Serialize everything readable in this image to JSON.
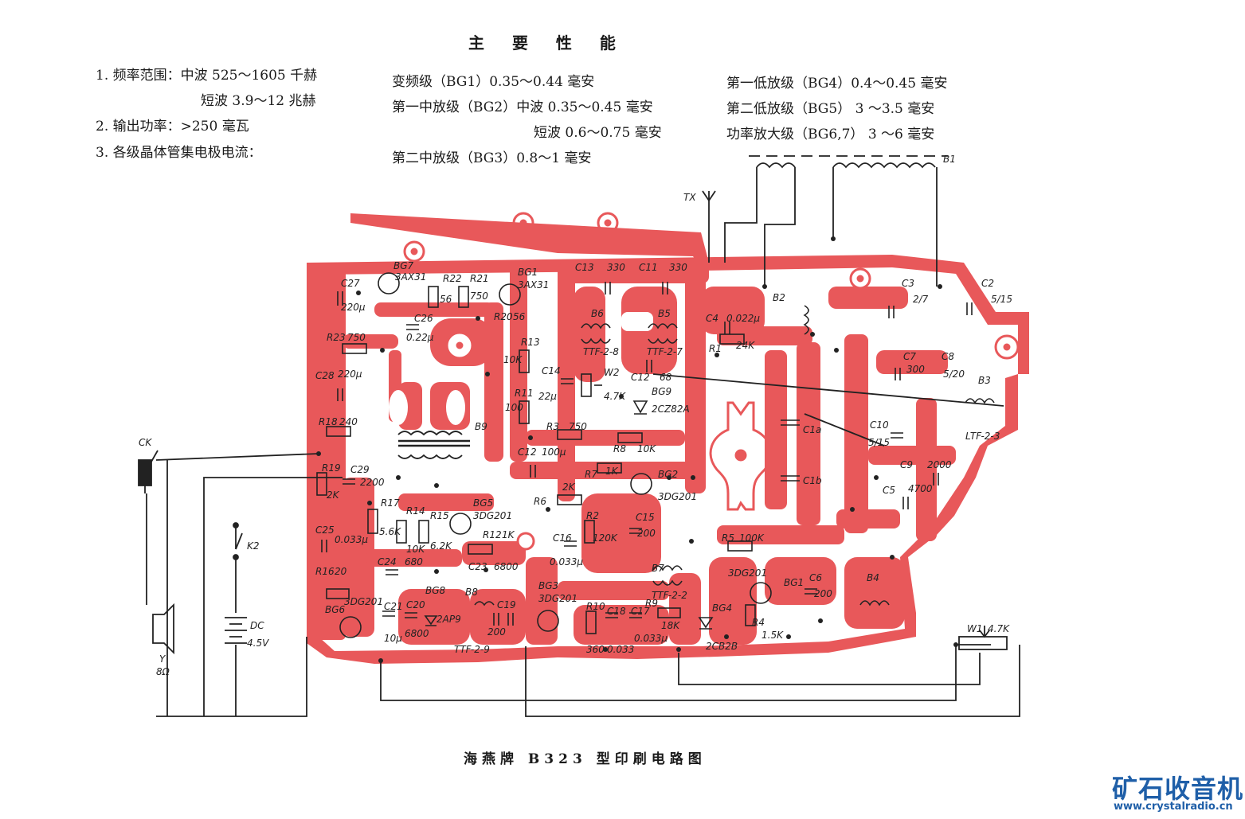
{
  "title": "主 要 性 能",
  "specs": {
    "freq_label": "1. 频率范围：中波 525～1605 千赫",
    "freq_sw": "短波 3.9～12 兆赫",
    "power": "2. 输出功率：>250 毫瓦",
    "current_label": "3. 各级晶体管集电极电流：",
    "col2": [
      "变频级（BG1）0.35～0.44 毫安",
      "第一中放级（BG2）中波 0.35～0.45 毫安",
      "短波 0.6～0.75 毫安",
      "第二中放级（BG3）0.8～1 毫安"
    ],
    "col3": [
      "第一低放级（BG4）0.4～0.45 毫安",
      "第二低放级（BG5） 3 ～3.5 毫安",
      "功率放大级（BG6,7） 3 ～6 毫安"
    ]
  },
  "components": {
    "bg7": "BG7",
    "bg7_type": "3AX31",
    "bg1_top": "BG1",
    "bg1_top_type": "3AX31",
    "c27": "C27",
    "c27_val": "220μ",
    "r22": "R22",
    "r22_val": "56",
    "r21": "R21",
    "r21_val": "750",
    "r20": "R20",
    "r20_val": "56",
    "c26": "C26",
    "c26_val": "0.22μ",
    "r23": "R23",
    "r23_val": "750",
    "c28": "C28",
    "c28_val": "220μ",
    "r18": "R18",
    "r18_val": "240",
    "r19": "R19",
    "r19_val": "2K",
    "c29": "C29",
    "c29_val": "2200",
    "b9": "B9",
    "r13": "R13",
    "r13_val": "10K",
    "r11": "R11",
    "r11_val": "100",
    "c14": "C14",
    "c14_val": "22μ",
    "c13": "C13",
    "c13_val": "330",
    "c11": "C11",
    "c11_val": "330",
    "b6": "B6",
    "b6_type": "TTF-2-8",
    "b5": "B5",
    "b5_type": "TTF-2-7",
    "w2": "W2",
    "w2_val": "4.7K",
    "c12": "C12",
    "c12_val": "68",
    "bg9": "BG9",
    "bg9_type": "2CZ82A",
    "r3": "R3",
    "r3_val": "750",
    "r8": "R8",
    "r8_val": "10K",
    "c12b": "C12",
    "c12b_val": "100μ",
    "r7": "R7",
    "r7_val": "1K",
    "r6": "R6",
    "r6_val": "2K",
    "bg2": "BG2",
    "bg2_type": "3DG201",
    "r2": "R2",
    "r2_val": "120K",
    "c15": "C15",
    "c15_val": "200",
    "c16": "C16",
    "c16_val": "0.033μ",
    "b7": "B7",
    "b7_type": "TTF-2-2",
    "c4": "C4",
    "c4_val": "0.022μ",
    "r1": "R1",
    "r1_val": "24K",
    "b2": "B2",
    "c3": "C3",
    "c3_val": "2/7",
    "c2": "C2",
    "c2_val": "5/15",
    "c7": "C7",
    "c7_val": "300",
    "c8": "C8",
    "c8_val": "5/20",
    "b3": "B3",
    "b3_type": "LTF-2-3",
    "c10": "C10",
    "c10_val": "5/15",
    "c9": "C9",
    "c9_val": "2000",
    "c5": "C5",
    "c5_val": "4700",
    "c1a": "C1a",
    "c1b": "C1b",
    "r5": "R5",
    "r5_val": "100K",
    "bg1": "BG1",
    "bg1_type": "3DG201",
    "c6": "C6",
    "c6_val": "200",
    "b4": "B4",
    "r4": "R4",
    "r4_val": "1.5K",
    "bg4": "BG4",
    "bg4_type": "2CB2B",
    "r9": "R9",
    "r9_val": "18K",
    "r10": "R10",
    "r10_val": "360",
    "c18": "C18",
    "c18_val": "0.033",
    "c17": "C17",
    "c17_val": "0.033μ",
    "bg3": "BG3",
    "bg3_type": "3DG201",
    "c19": "C19",
    "c19_val": "200",
    "b8": "B8",
    "b8_type": "TTF-2-9",
    "bg8": "BG8",
    "bg8_type": "2AP9",
    "c20": "C20",
    "c20_val": "6800",
    "c21": "C21",
    "c21_val": "10μ",
    "bg6": "BG6",
    "bg6_type": "3DG201",
    "r16": "R16",
    "r16_val": "20",
    "c25": "C25",
    "c25_val": "0.033μ",
    "c24": "C24",
    "c24_val": "680",
    "r17": "R17",
    "r17_val": "5.6K",
    "r14": "R14",
    "r14_val": "10K",
    "r15": "R15",
    "r15_val": "6.2K",
    "bg5": "BG5",
    "bg5_type": "3DG201",
    "r12": "R12",
    "r12_val": "1K",
    "c23": "C23",
    "c23_val": "6800",
    "ck": "CK",
    "k2": "K2",
    "dc": "DC",
    "dc_val": "4.5V",
    "speaker": "Y",
    "speaker_val": "8Ω",
    "tx": "TX",
    "b1": "B1",
    "w1": "W1",
    "w1_val": "4.7K"
  },
  "caption": "海燕牌 B323 型印刷电路图",
  "watermark": {
    "name": "矿石收音机",
    "url": "www.crystalradio.cn"
  },
  "colors": {
    "copper": "#e8585a",
    "ink": "#222222",
    "brand": "#1f5fa8"
  }
}
